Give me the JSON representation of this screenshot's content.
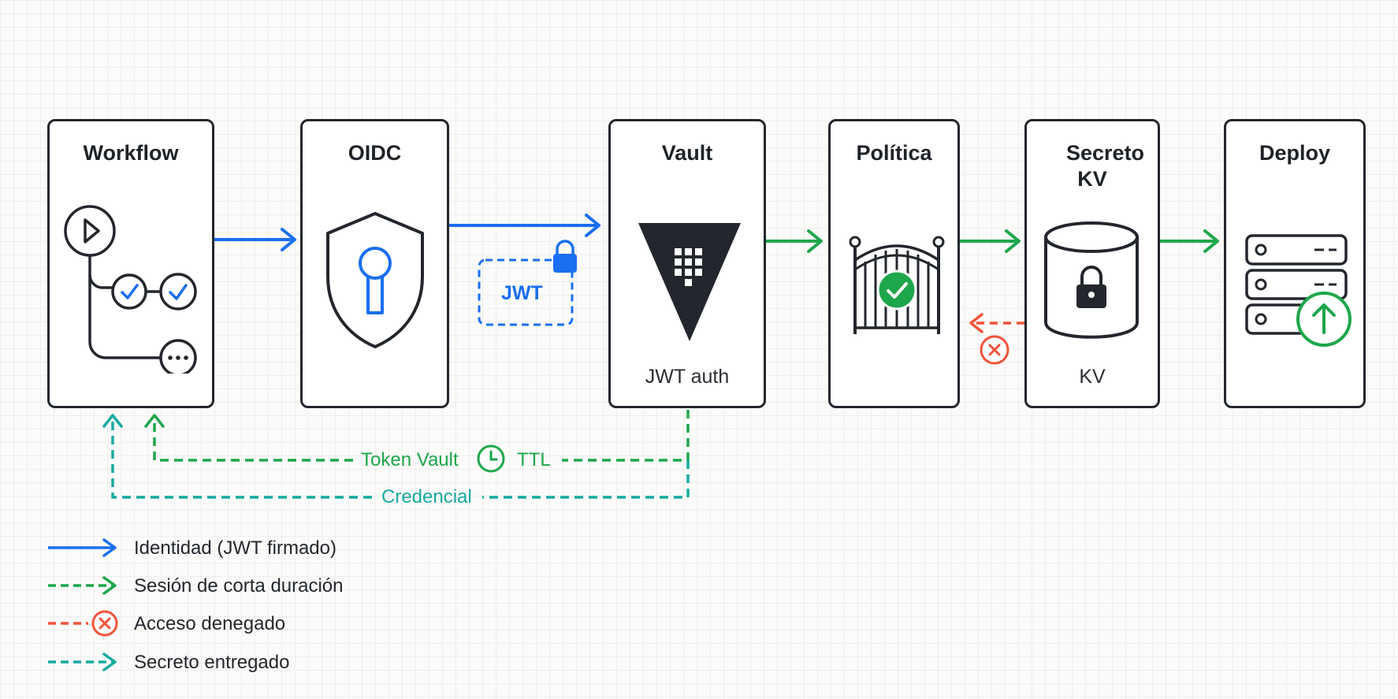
{
  "nodes": {
    "workflow": {
      "title": "Workflow"
    },
    "oidc": {
      "title": "OIDC"
    },
    "vault": {
      "title": "Vault",
      "subtitle": "JWT auth"
    },
    "policy": {
      "title": "Política"
    },
    "secret": {
      "title": "Secreto KV",
      "subtitle": "KV"
    },
    "deploy": {
      "title": "Deploy"
    }
  },
  "edges": {
    "jwt_label": "JWT",
    "token_label": "Token Vault",
    "ttl_label": "TTL",
    "credential_label": "Credencial"
  },
  "legend": {
    "identity": "Identidad (JWT firmado)",
    "session": "Sesión de corta duración",
    "denied": "Acceso denegado",
    "secret_delivered": "Secreto entregado"
  },
  "colors": {
    "identity": "#1a6ef0",
    "session": "#1ea64a",
    "denied": "#f0533a",
    "secret_delivered": "#17aaa0",
    "outline": "#23272d"
  },
  "icons": {
    "workflow": "workflow-pipeline-icon",
    "oidc": "shield-keyhole-icon",
    "vault": "vault-triangle-icon",
    "policy": "gate-check-icon",
    "secret": "database-lock-icon",
    "deploy": "server-upload-icon"
  }
}
